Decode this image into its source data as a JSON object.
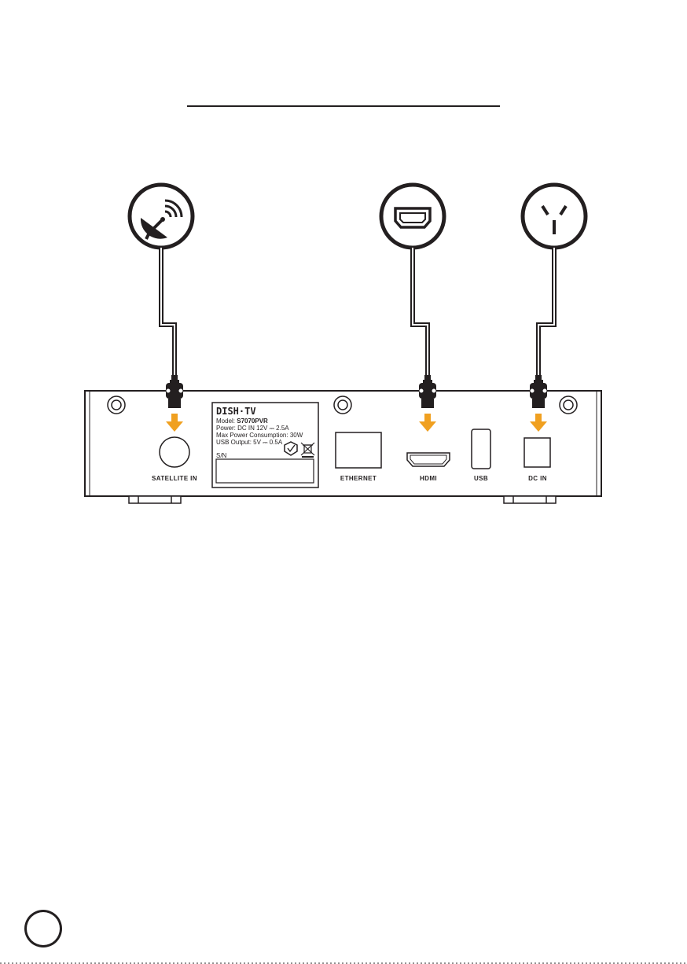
{
  "label": {
    "brand": "DISH·TV",
    "model_prefix": "Model: ",
    "model": "S7070PVR",
    "power": "Power: DC IN 12V ⎓ 2.5A",
    "max_power": "Max Power Consumption: 30W",
    "usb_output": "USB Output: 5V ⎓ 0.5A",
    "sn": "S/N"
  },
  "ports": {
    "satellite": "SATELLITE IN",
    "ethernet": "ETHERNET",
    "hdmi": "HDMI",
    "usb": "USB",
    "dc": "DC IN"
  },
  "colors": {
    "line": "#231f20",
    "arrow": "#f0a020"
  },
  "icons": {
    "satellite": "satellite-dish-icon",
    "hdmi": "hdmi-icon",
    "power": "power-outlet-icon"
  }
}
